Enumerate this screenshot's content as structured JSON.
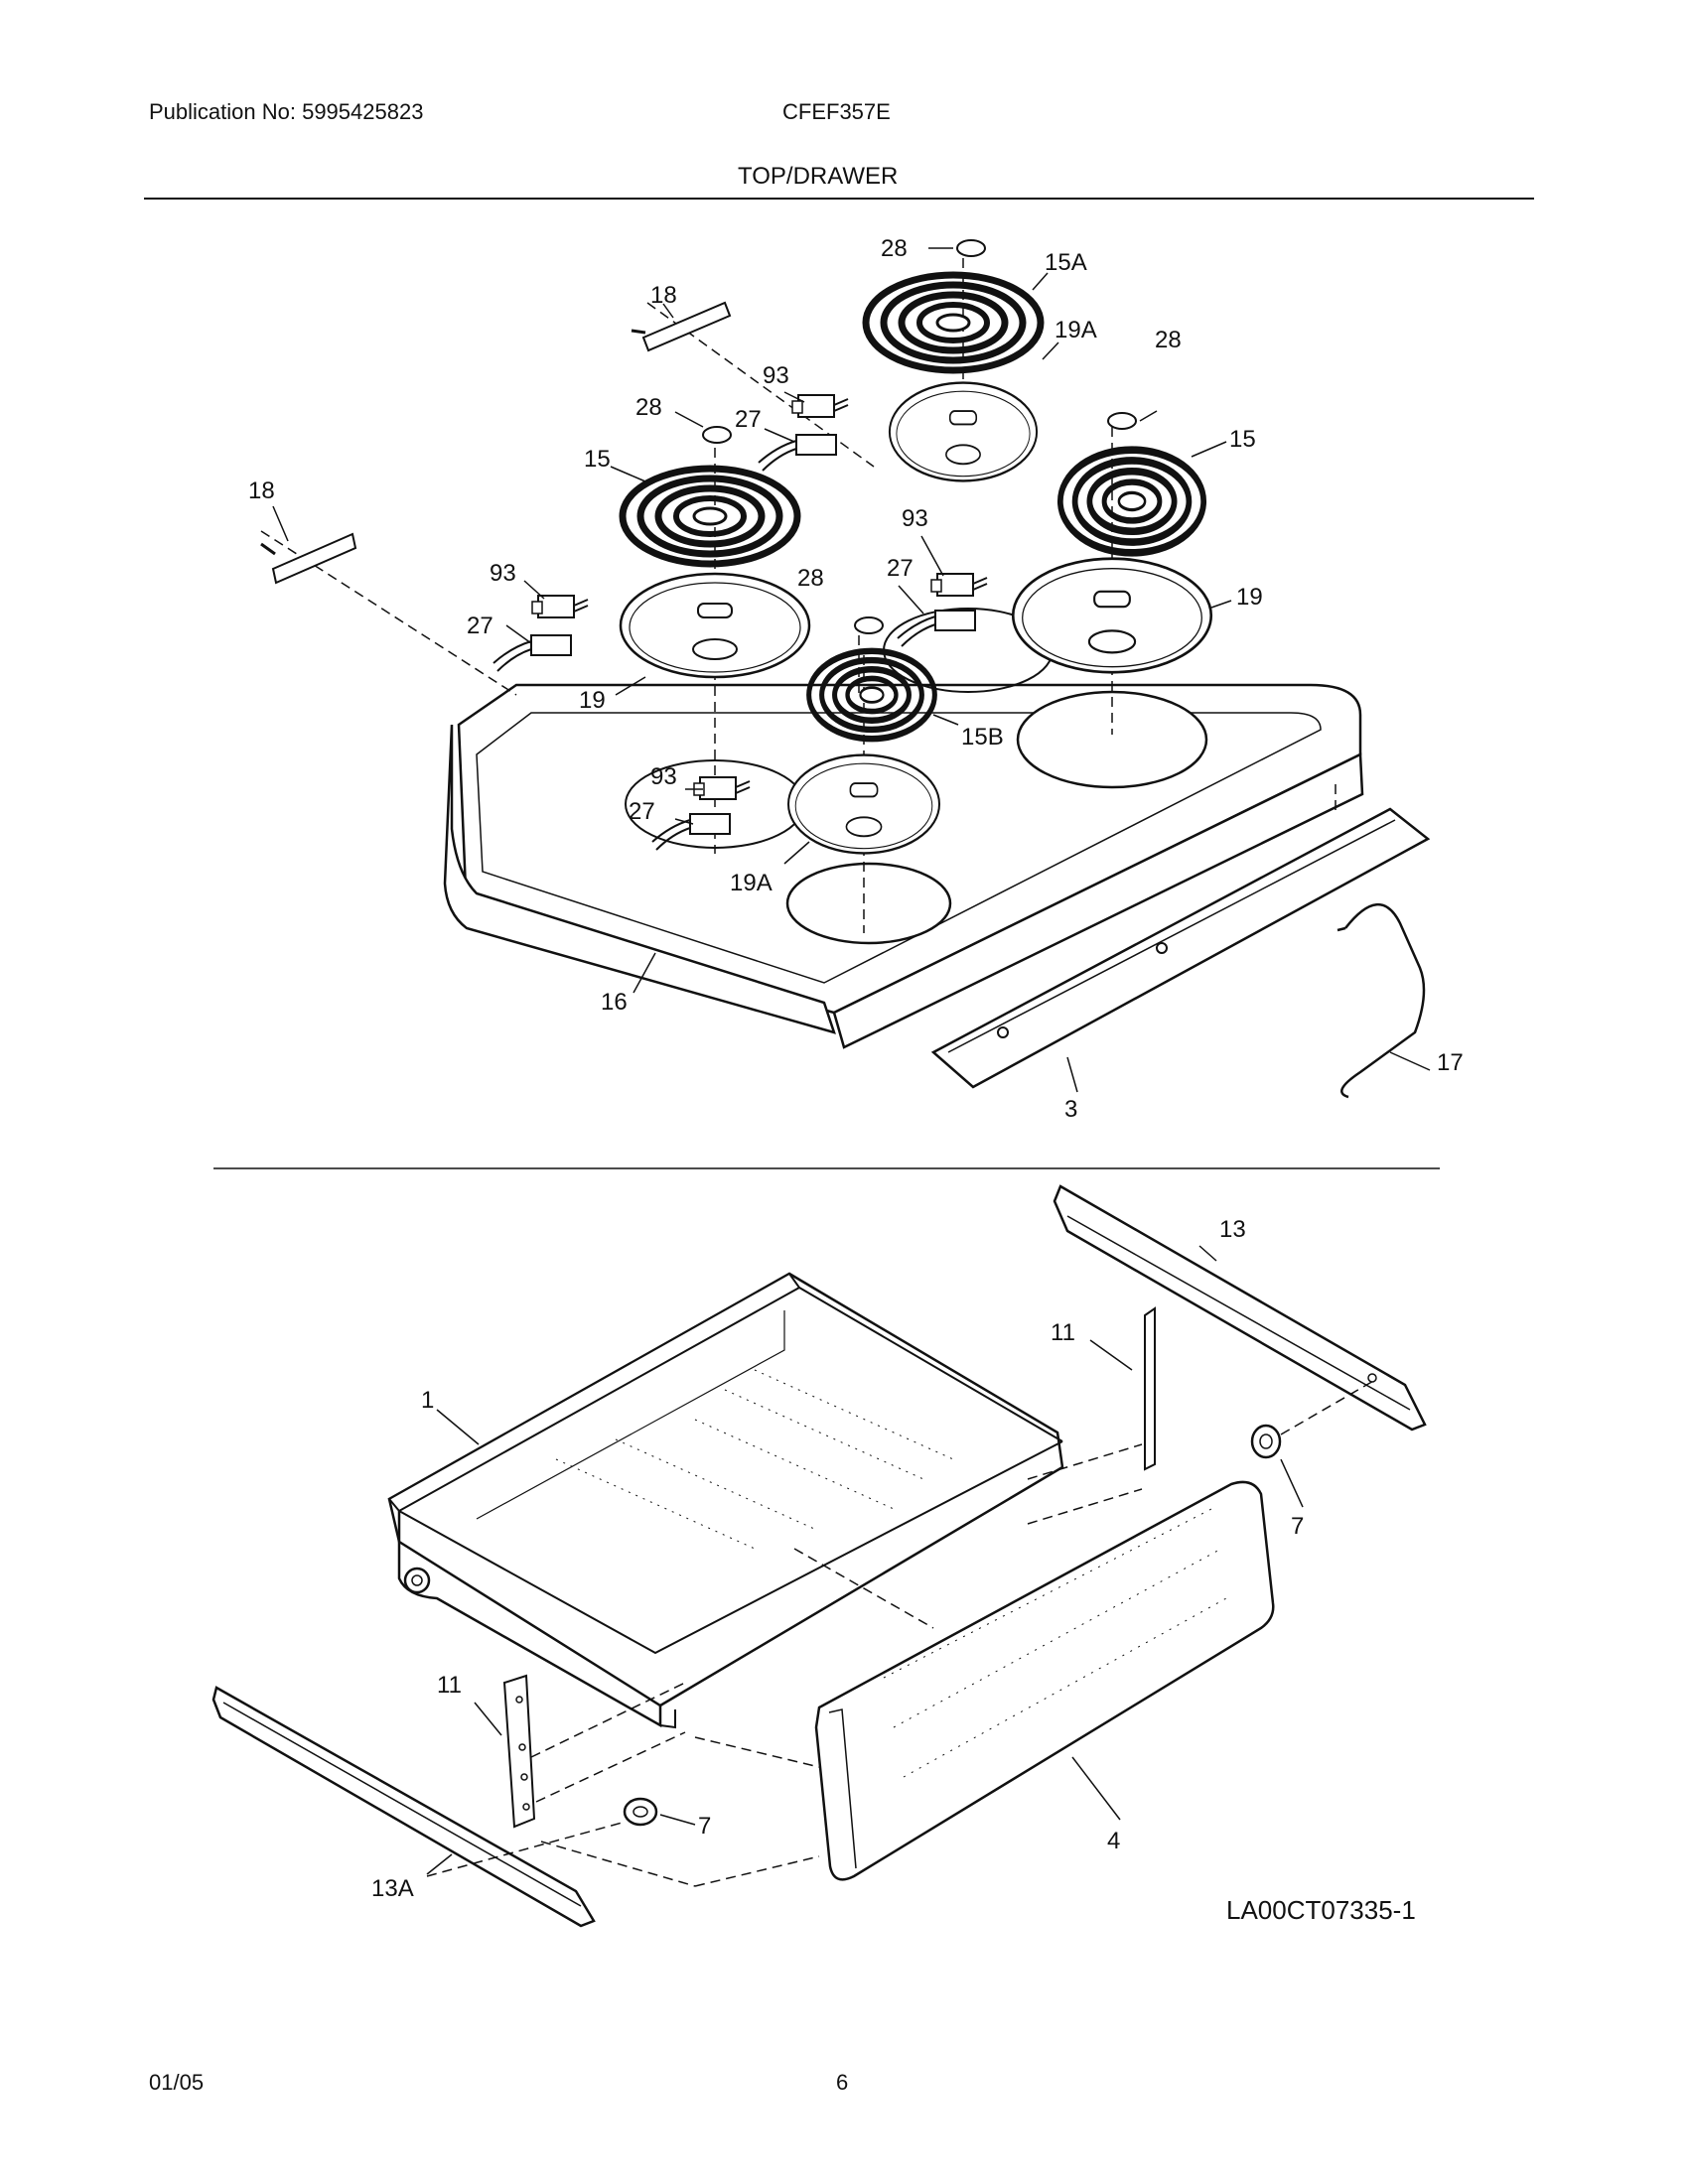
{
  "header": {
    "publication": "Publication No: 5995425823",
    "model": "CFEF357E",
    "section_title": "TOP/DRAWER"
  },
  "diagram": {
    "reference_code": "LA00CT07335-1",
    "callouts": {
      "c28_top": "28",
      "c15A": "15A",
      "c18_top": "18",
      "c93_top": "93",
      "c19A_top": "19A",
      "c28_right": "28",
      "c28_left": "28",
      "c27_top": "27",
      "c15_left": "15",
      "c15_right": "15",
      "c18_left": "18",
      "c93_mid": "93",
      "c28_mid": "28",
      "c27_mid": "27",
      "c93_left": "93",
      "c19_right": "19",
      "c27_left": "27",
      "c19_left": "19",
      "c15B": "15B",
      "c93_bottom": "93",
      "c27_bottom": "27",
      "c19A_bottom": "19A",
      "c16": "16",
      "c17": "17",
      "c3": "3",
      "c13": "13",
      "c11_right": "11",
      "c1": "1",
      "c7_right": "7",
      "c11_left": "11",
      "c7_left": "7",
      "c4": "4",
      "c13A": "13A"
    }
  },
  "footer": {
    "date": "01/05",
    "page": "6"
  }
}
